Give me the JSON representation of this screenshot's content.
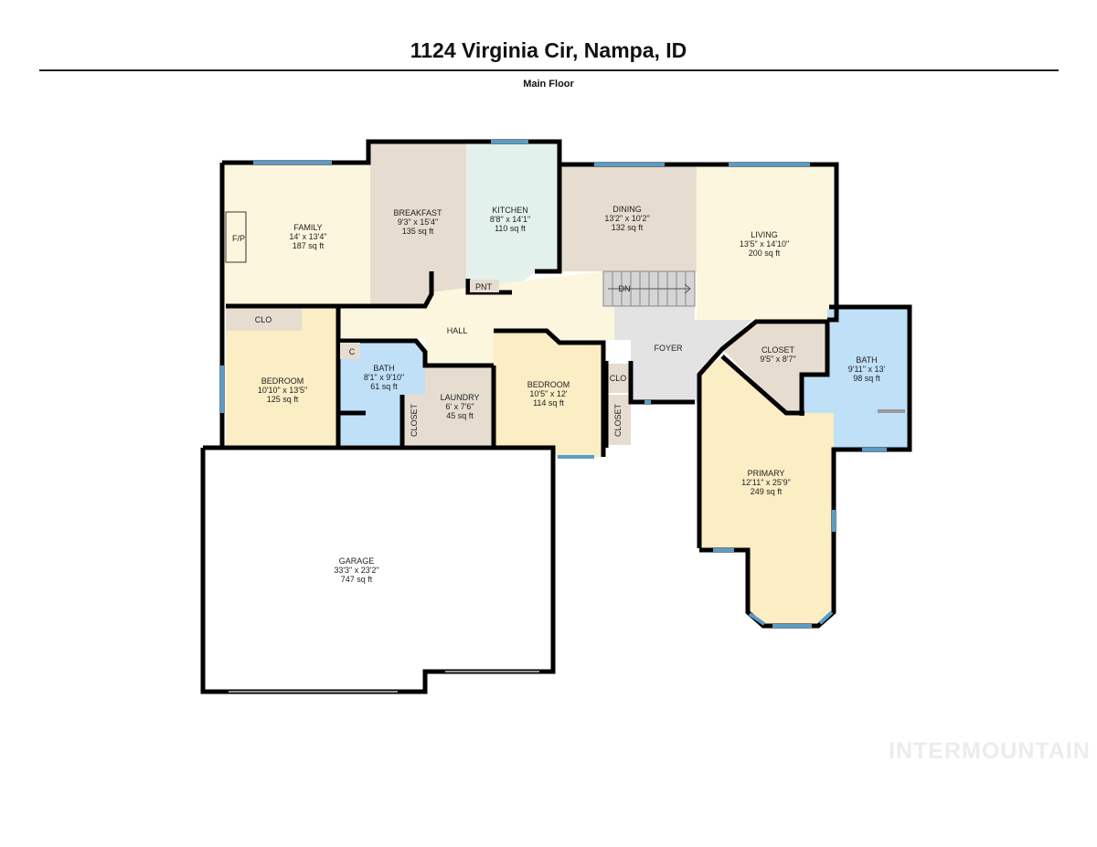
{
  "header": {
    "title": "1124 Virginia Cir, Nampa, ID",
    "floor_label": "Main Floor"
  },
  "colors": {
    "wall": "#000000",
    "window": "#5a9dc8",
    "family": "#fdf6de",
    "breakfast": "#e6ddd0",
    "kitchen": "#e3f1ed",
    "dining": "#e6ddd0",
    "living": "#fdf6de",
    "hall": "#fdf6de",
    "bedroom": "#fbedc4",
    "bath": "#bfe0f7",
    "laundry": "#e6ddd0",
    "closet": "#e6ddd0",
    "foyer": "#e3e3e3",
    "primary": "#fbedc4",
    "garage": "#ffffff"
  },
  "rooms": {
    "family": {
      "name": "FAMILY",
      "dims": "14' x 13'4\"",
      "area": "187 sq ft"
    },
    "breakfast": {
      "name": "BREAKFAST",
      "dims": "9'3\" x 15'4\"",
      "area": "135 sq ft"
    },
    "kitchen": {
      "name": "KITCHEN",
      "dims": "8'8\" x 14'1\"",
      "area": "110 sq ft"
    },
    "dining": {
      "name": "DINING",
      "dims": "13'2\" x 10'2\"",
      "area": "132 sq ft"
    },
    "living": {
      "name": "LIVING",
      "dims": "13'5\" x 14'10\"",
      "area": "200 sq ft"
    },
    "hall": {
      "name": "HALL"
    },
    "bedroom1": {
      "name": "BEDROOM",
      "dims": "10'10\" x 13'5\"",
      "area": "125 sq ft"
    },
    "bath1": {
      "name": "BATH",
      "dims": "8'1\" x 9'10\"",
      "area": "61 sq ft"
    },
    "laundry": {
      "name": "LAUNDRY",
      "dims": "6' x 7'6\"",
      "area": "45 sq ft"
    },
    "bedroom2": {
      "name": "BEDROOM",
      "dims": "10'5\" x 12'",
      "area": "114 sq ft"
    },
    "foyer": {
      "name": "FOYER"
    },
    "closet_primary": {
      "name": "CLOSET",
      "dims": "9'5\" x 8'7\""
    },
    "bath2": {
      "name": "BATH",
      "dims": "9'11\" x 13'",
      "area": "98 sq ft"
    },
    "primary": {
      "name": "PRIMARY",
      "dims": "12'11\" x 25'9\"",
      "area": "249 sq ft"
    },
    "garage": {
      "name": "GARAGE",
      "dims": "33'3\" x 23'2\"",
      "area": "747 sq ft"
    }
  },
  "small_labels": {
    "fireplace": "F/P",
    "pantry": "PNT",
    "clo_bedroom1": "CLO",
    "c_closet": "C",
    "closet_laundry": "CLOSET",
    "clo_foyer": "CLO",
    "closet_bedroom2": "CLOSET",
    "stairs_dn": "DN"
  },
  "watermark": "INTERMOUNTAIN"
}
